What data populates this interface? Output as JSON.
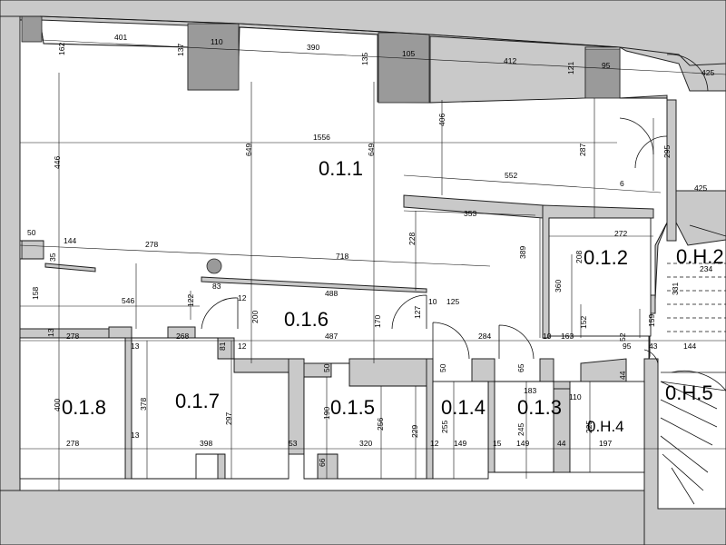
{
  "rooms": [
    {
      "id": "r011",
      "label": "0.1.1"
    },
    {
      "id": "r012",
      "label": "0.1.2"
    },
    {
      "id": "r013",
      "label": "0.1.3"
    },
    {
      "id": "r014",
      "label": "0.1.4"
    },
    {
      "id": "r015",
      "label": "0.1.5"
    },
    {
      "id": "r016",
      "label": "0.1.6"
    },
    {
      "id": "r017",
      "label": "0.1.7"
    },
    {
      "id": "r018",
      "label": "0.1.8"
    },
    {
      "id": "r0h2",
      "label": "0.H.2"
    },
    {
      "id": "r0h4",
      "label": "0.H.4"
    },
    {
      "id": "r0h5",
      "label": "0.H.5"
    }
  ],
  "dimensions": [
    "401",
    "110",
    "390",
    "105",
    "412",
    "95",
    "425",
    "162",
    "137",
    "135",
    "121",
    "406",
    "287",
    "295",
    "1556",
    "446",
    "649",
    "649",
    "552",
    "6",
    "425",
    "50",
    "144",
    "278",
    "718",
    "35",
    "353",
    "272",
    "228",
    "208",
    "234",
    "389",
    "360",
    "331",
    "83",
    "12",
    "488",
    "10",
    "125",
    "158",
    "546",
    "122",
    "200",
    "170",
    "127",
    "152",
    "159",
    "13",
    "278",
    "268",
    "81",
    "12",
    "487",
    "284",
    "10",
    "163",
    "52",
    "95",
    "43",
    "144",
    "13",
    "50",
    "50",
    "65",
    "183",
    "44",
    "110",
    "400",
    "378",
    "297",
    "190",
    "256",
    "229",
    "255",
    "245",
    "225",
    "278",
    "13",
    "398",
    "53",
    "320",
    "12",
    "149",
    "15",
    "149",
    "44",
    "197",
    "66"
  ]
}
